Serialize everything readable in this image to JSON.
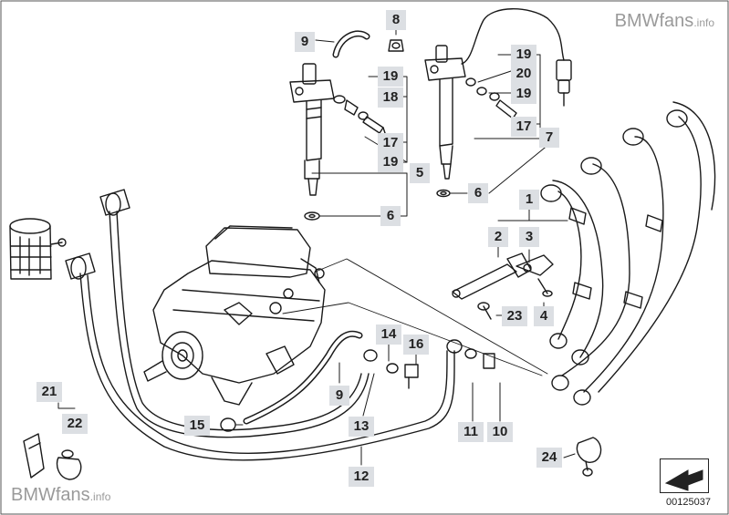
{
  "brand": {
    "main": "BMWfans",
    "suffix": ".info"
  },
  "diagram_id": "00125037",
  "parts": [
    {
      "label": "8"
    },
    {
      "label": "9"
    },
    {
      "label": "19"
    },
    {
      "label": "18"
    },
    {
      "label": "17"
    },
    {
      "label": "19"
    },
    {
      "label": "5"
    },
    {
      "label": "6"
    },
    {
      "label": "19"
    },
    {
      "label": "20"
    },
    {
      "label": "19"
    },
    {
      "label": "17"
    },
    {
      "label": "7"
    },
    {
      "label": "6"
    },
    {
      "label": "1"
    },
    {
      "label": "2"
    },
    {
      "label": "3"
    },
    {
      "label": "23"
    },
    {
      "label": "4"
    },
    {
      "label": "14"
    },
    {
      "label": "16"
    },
    {
      "label": "9"
    },
    {
      "label": "11"
    },
    {
      "label": "10"
    },
    {
      "label": "15"
    },
    {
      "label": "13"
    },
    {
      "label": "12"
    },
    {
      "label": "21"
    },
    {
      "label": "22"
    },
    {
      "label": "24"
    }
  ],
  "colors": {
    "line": "#1a1a1a",
    "label_bg": "#dcdfe3",
    "watermark": "#9a9a9a"
  }
}
